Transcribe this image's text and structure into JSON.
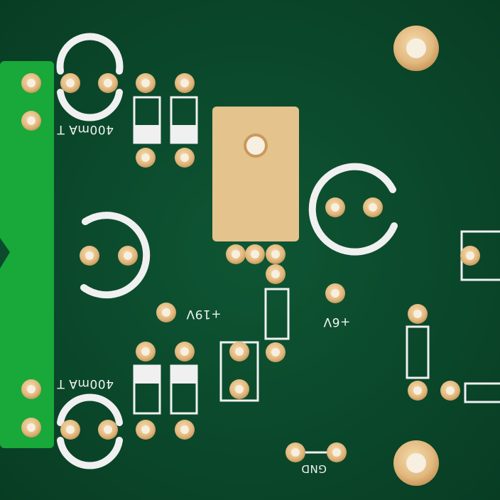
{
  "board": {
    "colors": {
      "solder_mask": "#0b4a2c",
      "copper_pour": "#19a83a",
      "pad_gold": "#e8c28a",
      "pad_hole": "#f7efe0",
      "silkscreen": "#f0f0f0"
    },
    "silkscreen_labels": {
      "fuse_top": "400mA T",
      "fuse_bottom": "400mA T",
      "rail_19v": "+19V",
      "rail_6v": "+6V",
      "gnd": "GND"
    }
  }
}
